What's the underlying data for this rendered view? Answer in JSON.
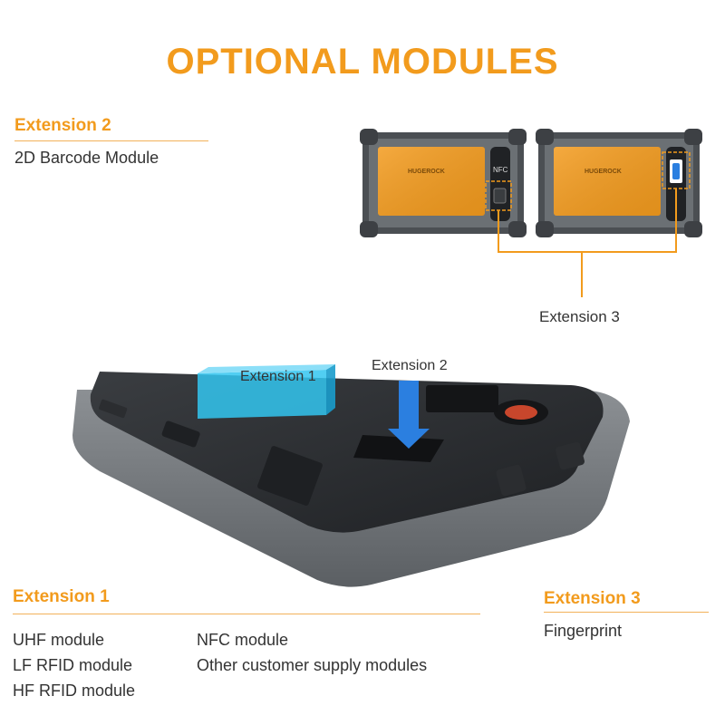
{
  "title": "OPTIONAL MODULES",
  "ext2": {
    "heading": "Extension 2",
    "items": [
      "2D Barcode Module"
    ]
  },
  "ext3_callout": "Extension 3",
  "tablet_labels": {
    "ext1": "Extension 1",
    "ext2": "Extension 2"
  },
  "device_screen": {
    "brand": "HUGEROCK",
    "nfc": "NFC"
  },
  "ext1": {
    "heading": "Extension 1",
    "col1": [
      "UHF module",
      "LF RFID module",
      "HF RFID module"
    ],
    "col2": [
      "NFC module",
      "Other customer supply modules"
    ]
  },
  "ext3": {
    "heading": "Extension 3",
    "items": [
      "Fingerprint"
    ]
  },
  "colors": {
    "accent": "#f29b1d",
    "text": "#333333",
    "cyan": "#33c6f0",
    "blue": "#2b7fe0"
  }
}
